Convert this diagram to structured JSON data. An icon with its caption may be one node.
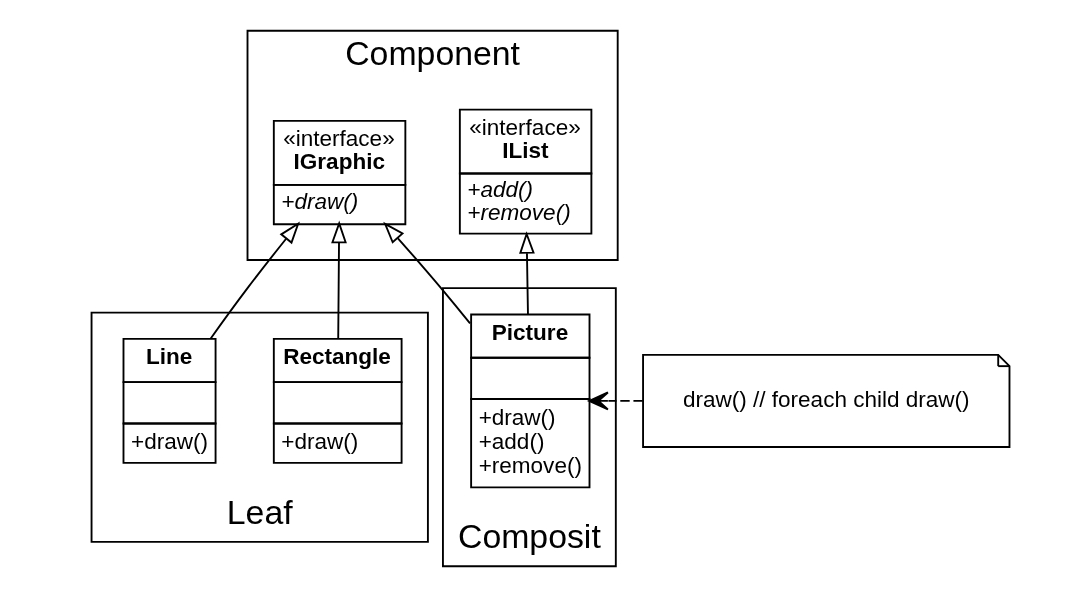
{
  "diagram": {
    "nodes": [
      {
        "text": [
          "Component"
        ]
      },
      {
        "text": [
          "«interface»",
          "IGraphic",
          "+draw()"
        ],
        "in": 0
      },
      {
        "text": [
          "«interface»",
          "IList",
          "+add()",
          "+remove()"
        ],
        "in": 0
      },
      {
        "text": [
          "Leaf"
        ]
      },
      {
        "text": [
          "Rectangle",
          "+draw()"
        ],
        "in": 3
      },
      {
        "text": [
          "Line",
          "+draw()"
        ],
        "in": 3
      },
      {
        "text": [
          "Composit"
        ]
      },
      {
        "text": [
          "Picture",
          "+draw()",
          "+add()",
          "+remove()"
        ],
        "in": 6
      },
      {
        "text": [
          "draw() // foreach child draw()"
        ]
      }
    ],
    "edges": [
      {
        "from": 4,
        "to": 1,
        "arrow": "to"
      },
      {
        "from": 5,
        "to": 1,
        "arrow": "to"
      },
      {
        "from": 7,
        "to": 1,
        "arrow": "to"
      },
      {
        "from": 7,
        "to": 2,
        "arrow": "to"
      },
      {
        "from": 8,
        "to": 7,
        "arrow": "to",
        "style": "dashed"
      }
    ]
  }
}
